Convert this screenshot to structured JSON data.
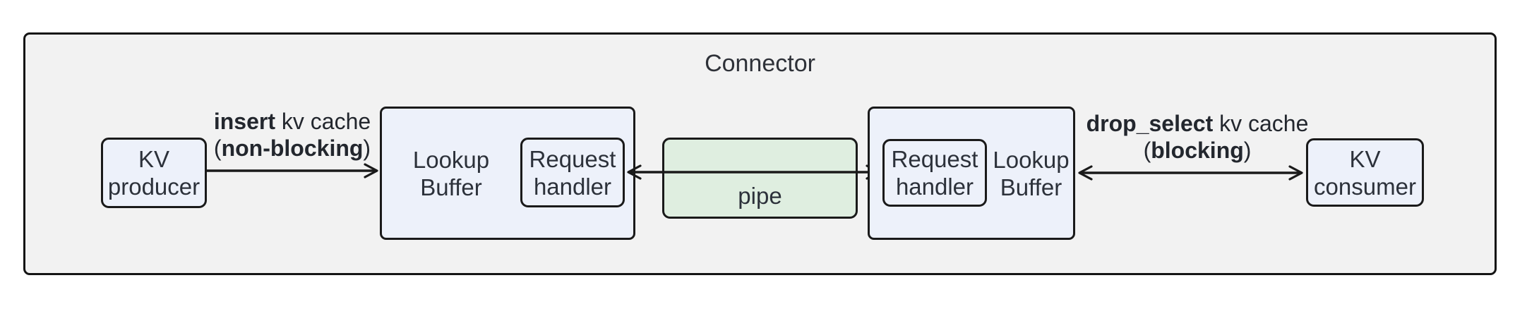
{
  "diagram": {
    "title": "Connector",
    "colors": {
      "background": "#ffffff",
      "container_fill": "#f2f2f2",
      "node_fill": "#edf1fa",
      "pipe_fill": "#dfeee0",
      "border": "#1a1a1a",
      "text": "#2c313a",
      "arrow": "#1a1a1a"
    }
  },
  "nodes": {
    "kv_producer": {
      "lines": [
        "KV",
        "producer"
      ]
    },
    "lookup_buffer_left": {
      "lines": [
        "Lookup",
        "Buffer"
      ]
    },
    "request_handler_left": {
      "lines": [
        "Request",
        "handler"
      ]
    },
    "pipe": {
      "label": "pipe"
    },
    "request_handler_right": {
      "lines": [
        "Request",
        "handler"
      ]
    },
    "lookup_buffer_right": {
      "lines": [
        "Lookup",
        "Buffer"
      ]
    },
    "kv_consumer": {
      "lines": [
        "KV",
        "consumer"
      ]
    }
  },
  "edges": {
    "insert": {
      "verb": "insert",
      "rest": " kv cache",
      "open": "(",
      "mode": "non-blocking",
      "close": ")"
    },
    "drop_select": {
      "verb": "drop_select",
      "rest": " kv cache",
      "open": "(",
      "mode": "blocking",
      "close": ")"
    }
  }
}
